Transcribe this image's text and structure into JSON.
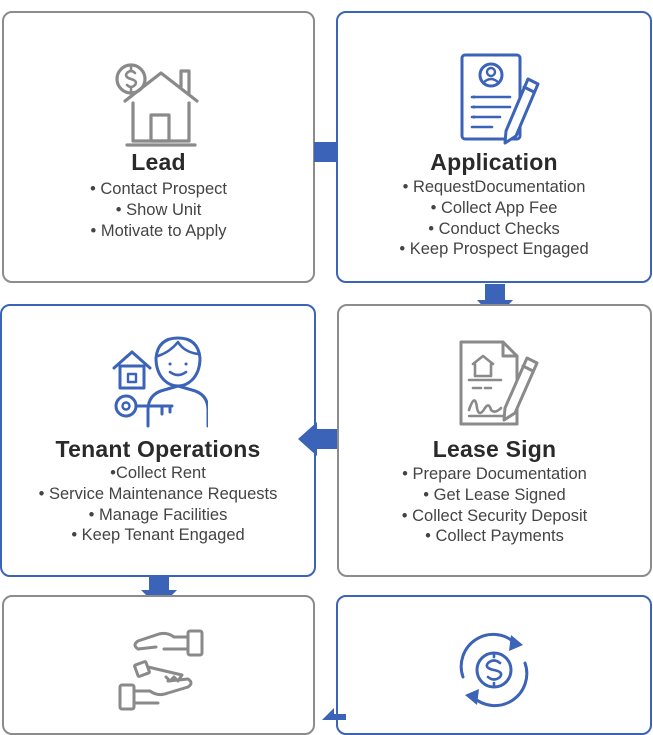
{
  "cards": [
    {
      "title": "Lead",
      "icon": "house-dollar-icon",
      "items": [
        "• Contact Prospect",
        "• Show Unit",
        "• Motivate to Apply"
      ]
    },
    {
      "title": "Application",
      "icon": "application-form-pen-icon",
      "items": [
        "• RequestDocumentation",
        "• Collect App Fee",
        "• Conduct Checks",
        "• Keep Prospect Engaged"
      ]
    },
    {
      "title": "Tenant Operations",
      "icon": "tenant-house-key-icon",
      "items": [
        "•Collect Rent",
        "• Service Maintenance Requests",
        "• Manage Facilities",
        "• Keep Tenant Engaged"
      ]
    },
    {
      "title": "Lease Sign",
      "icon": "signed-document-icon",
      "items": [
        "• Prepare Documentation",
        "• Get Lease Signed",
        "• Collect Security Deposit",
        "• Collect Payments"
      ]
    },
    {
      "title": "",
      "icon": "hands-key-icon",
      "items": []
    },
    {
      "title": "",
      "icon": "dollar-cycle-icon",
      "items": []
    }
  ],
  "colors": {
    "accent": "#3b63b8",
    "icon_gray": "#8a8a8a",
    "border_gray": "#8c8c8c",
    "text": "#2a2a2a"
  }
}
